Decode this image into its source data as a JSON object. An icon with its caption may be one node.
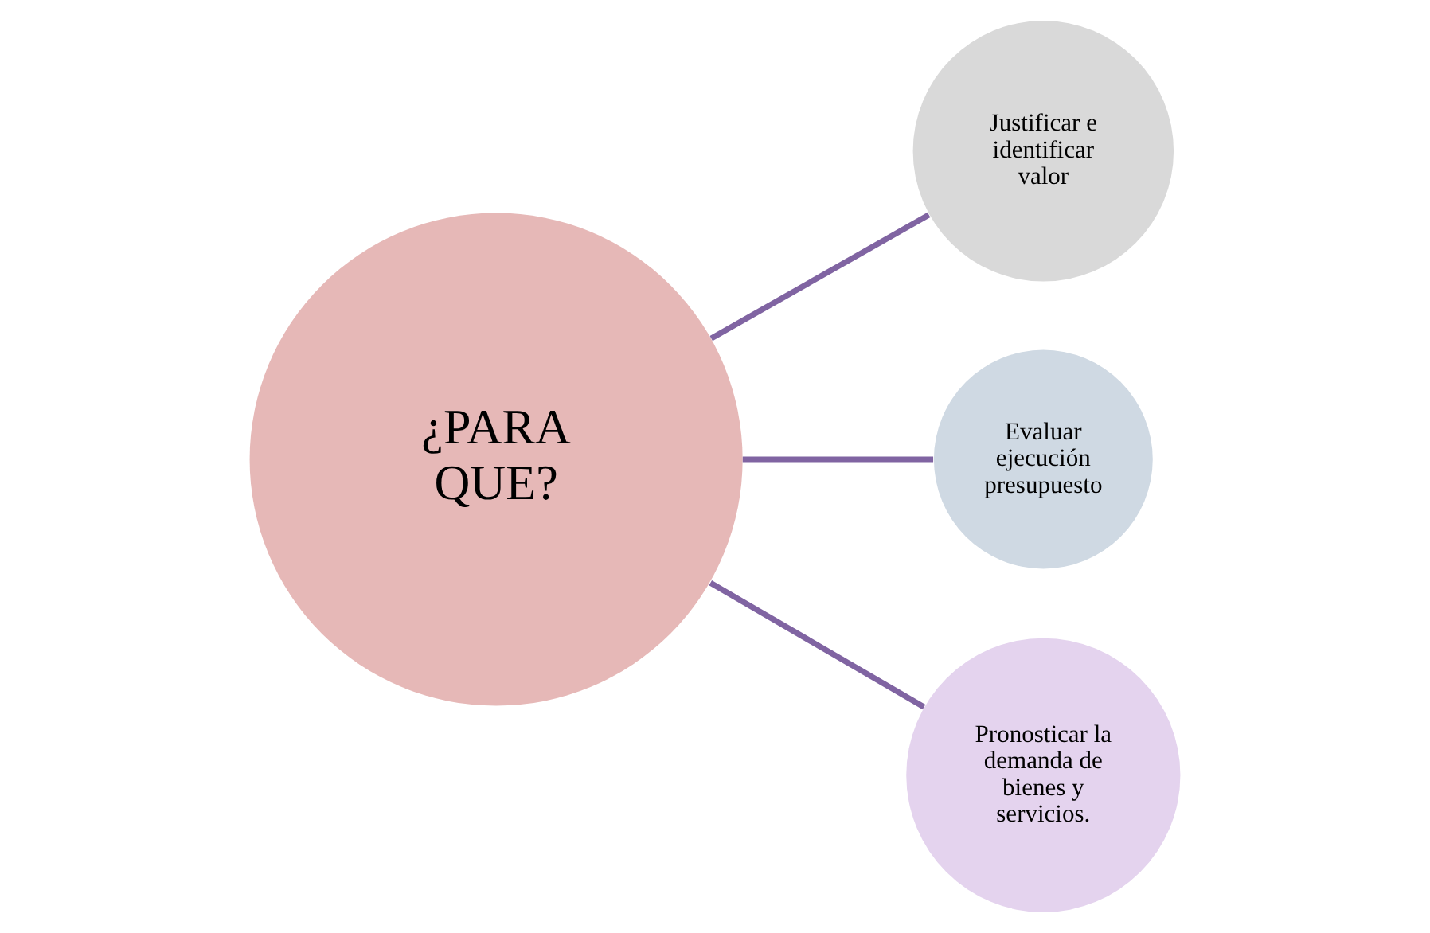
{
  "diagram": {
    "nodes": [
      {
        "text": [
          "¿PARA QUE?"
        ]
      },
      {
        "text": [
          "Justificar e identificar valor"
        ]
      },
      {
        "text": [
          "Evaluar ejecución presupuesto"
        ]
      },
      {
        "text": [
          "Pronosticar la demanda de bienes y servicios."
        ]
      }
    ],
    "edges": [
      {
        "from": 0,
        "to": 1,
        "arrow": "none"
      },
      {
        "from": 0,
        "to": 2,
        "arrow": "none"
      },
      {
        "from": 0,
        "to": 3,
        "arrow": "none"
      }
    ]
  }
}
